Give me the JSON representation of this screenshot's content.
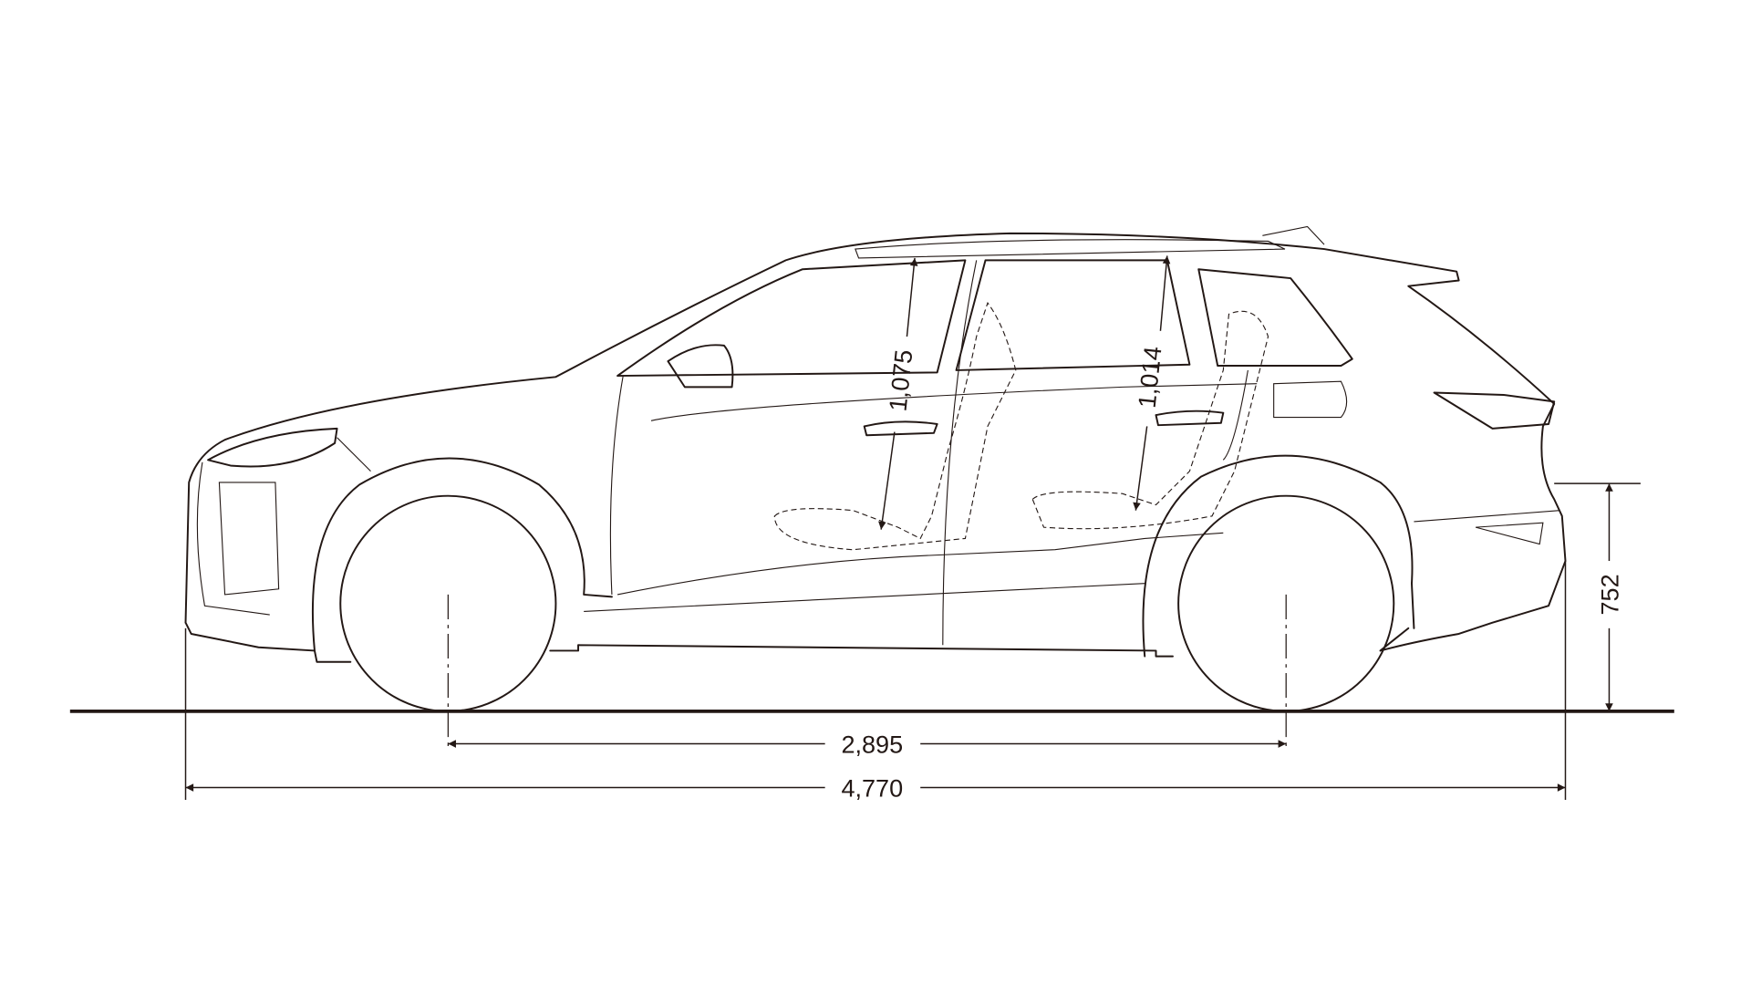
{
  "title": "Vehicle side view dimensions",
  "dimensions": {
    "wheelbase": "2,895",
    "overall_length": "4,770",
    "rear_overhang_height": "752",
    "front_headroom": "1,075",
    "rear_headroom": "1,014"
  },
  "colors": {
    "line": "#231815",
    "background": "#ffffff"
  }
}
